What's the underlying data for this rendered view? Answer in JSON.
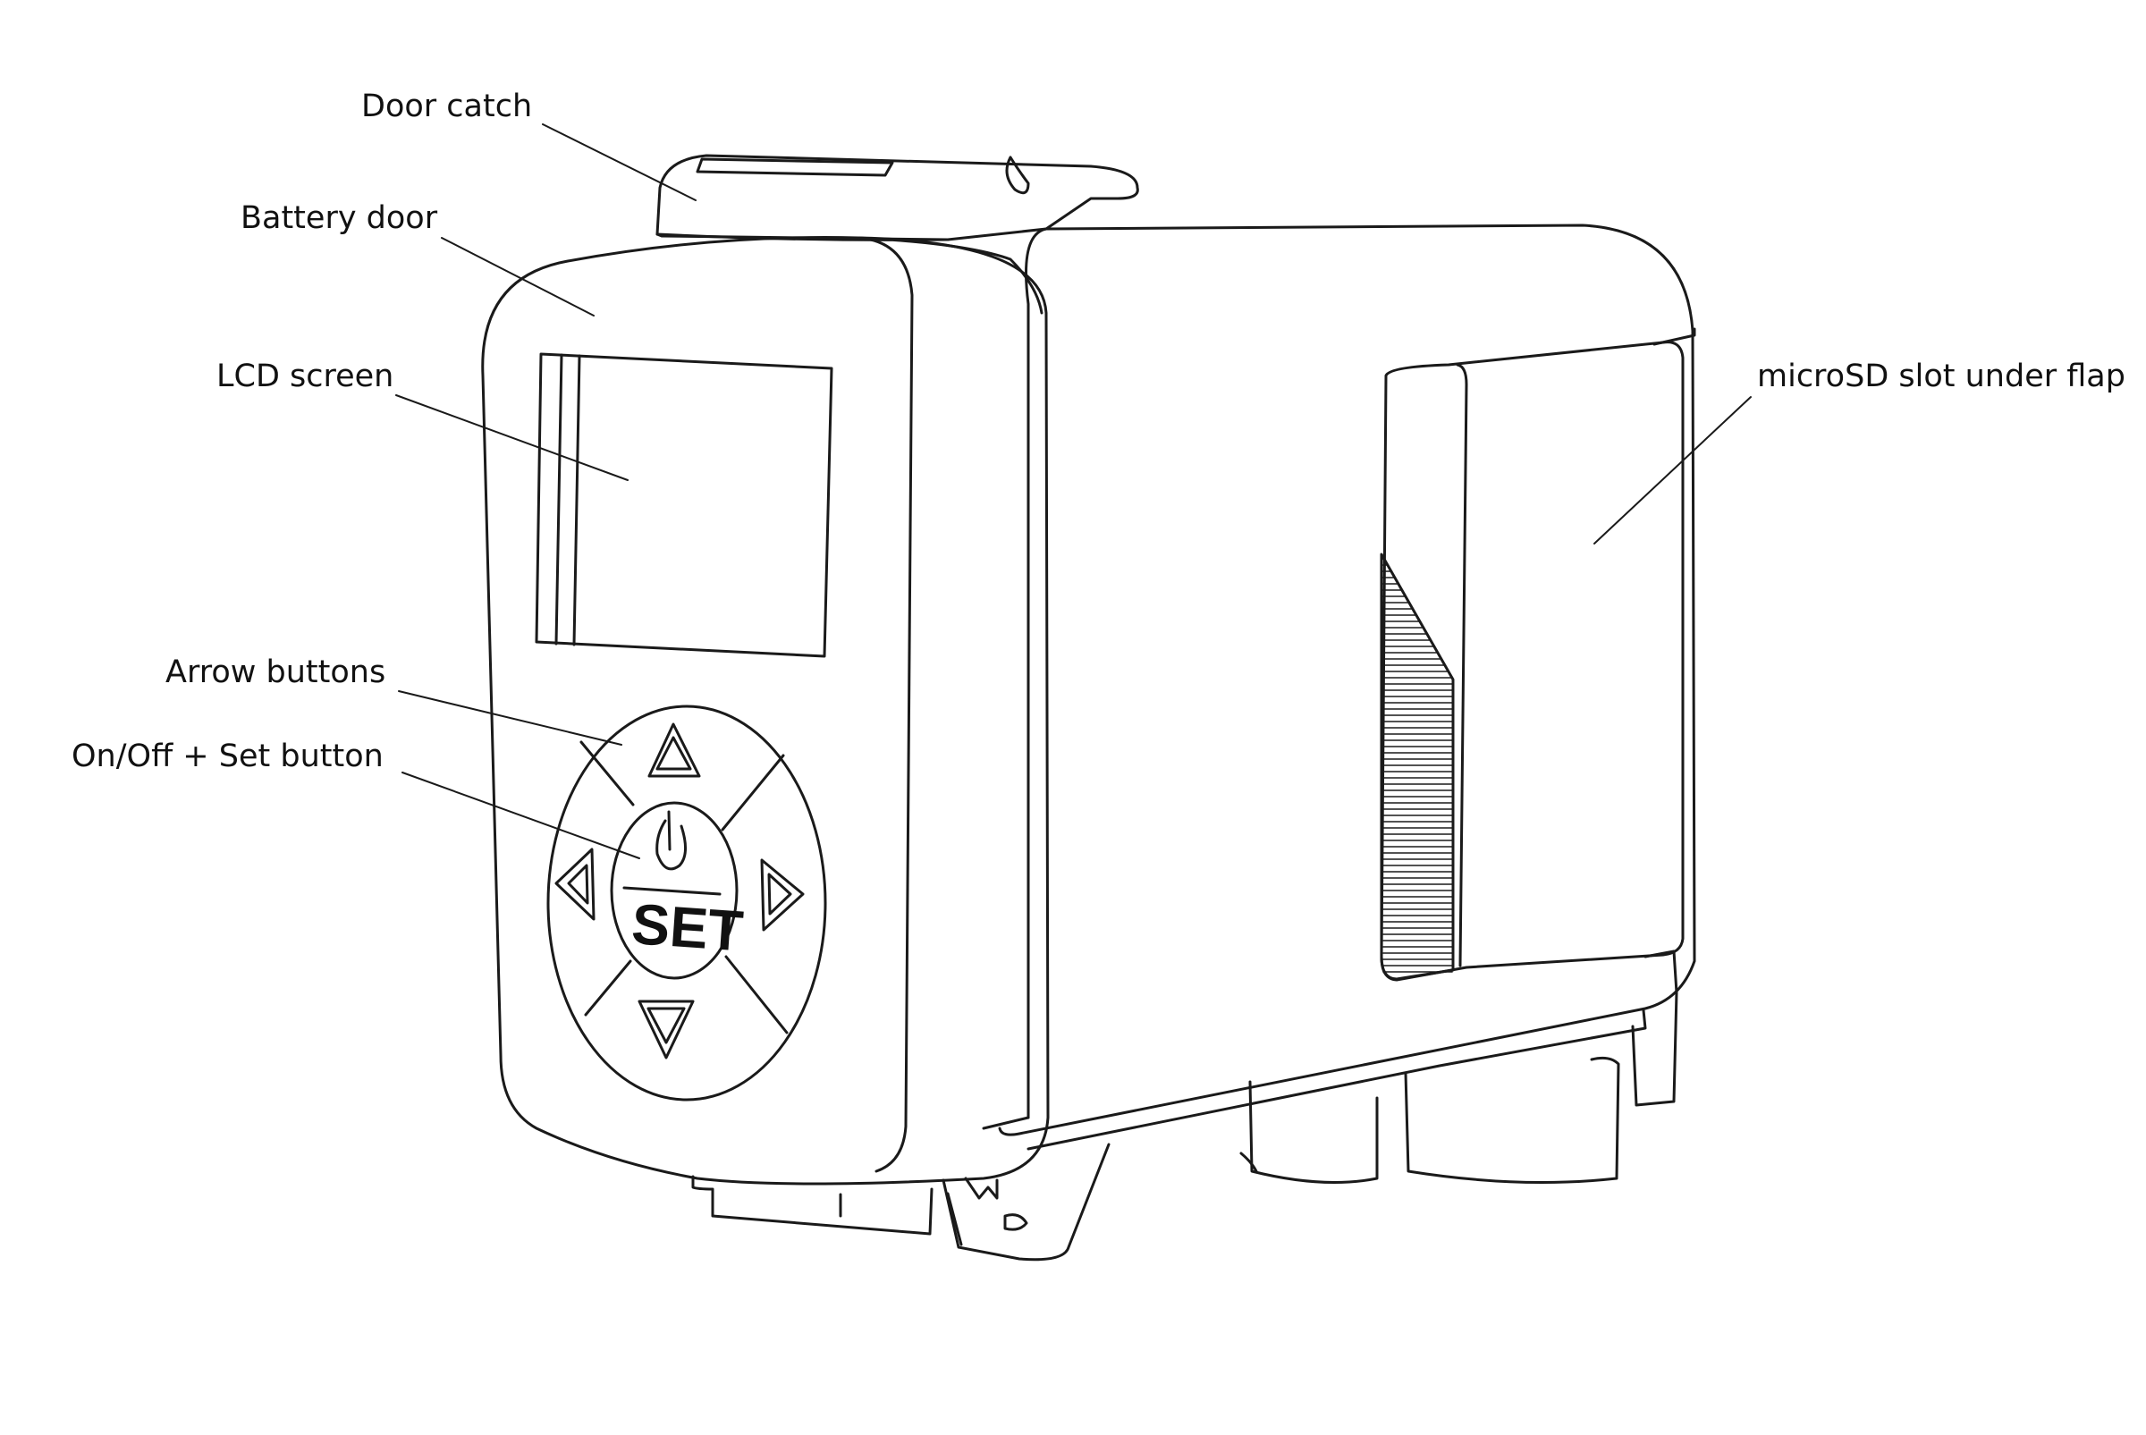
{
  "diagram": {
    "labels": {
      "door_catch": "Door catch",
      "battery_door": "Battery door",
      "lcd_screen": "LCD screen",
      "arrow_buttons": "Arrow buttons",
      "onoff_set_button": "On/Off + Set button",
      "microsd_slot": "microSD slot under flap"
    },
    "button_text": "SET",
    "icons": {
      "power": "power-icon",
      "up": "arrow-up-icon",
      "down": "arrow-down-icon",
      "left": "arrow-left-icon",
      "right": "arrow-right-icon"
    },
    "colors": {
      "line": "#1a1a1a",
      "background": "#ffffff"
    }
  }
}
